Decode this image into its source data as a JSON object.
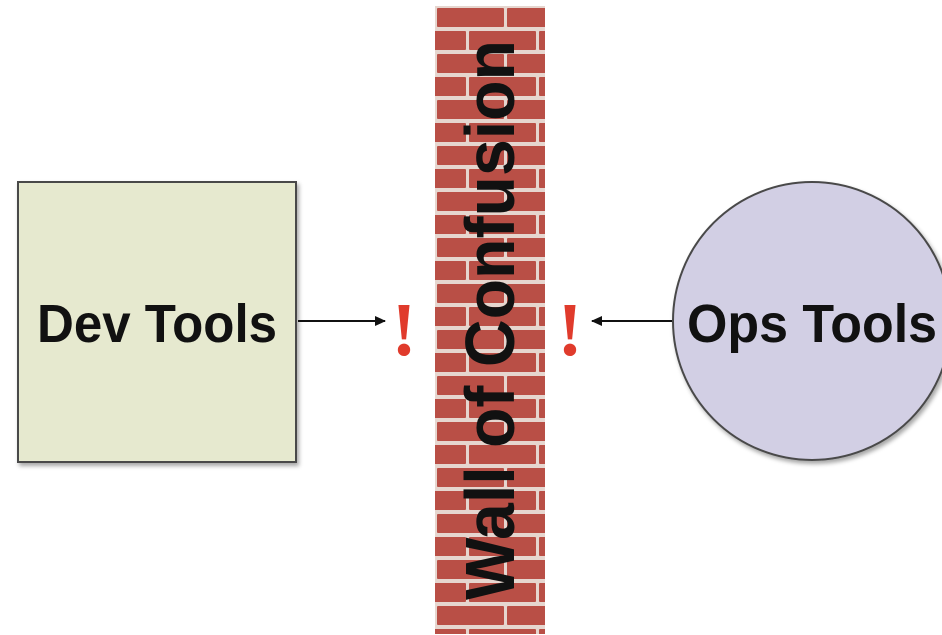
{
  "nodes": {
    "dev": {
      "label": "Dev Tools",
      "fill": "#e6e9cf",
      "stroke": "#4a4a4a"
    },
    "ops": {
      "label": "Ops Tools",
      "fill": "#d2cfe4",
      "stroke": "#4a4a4a"
    }
  },
  "wall": {
    "label": "Wall of Confusion",
    "brick_color": "#b94f46",
    "mortar_color": "#e6d6cf"
  },
  "markers": {
    "left": "!",
    "right": "!",
    "color": "#e03b2c"
  },
  "edges": [
    {
      "from": "dev",
      "to": "wall",
      "direction": "right"
    },
    {
      "from": "ops",
      "to": "wall",
      "direction": "left"
    }
  ]
}
